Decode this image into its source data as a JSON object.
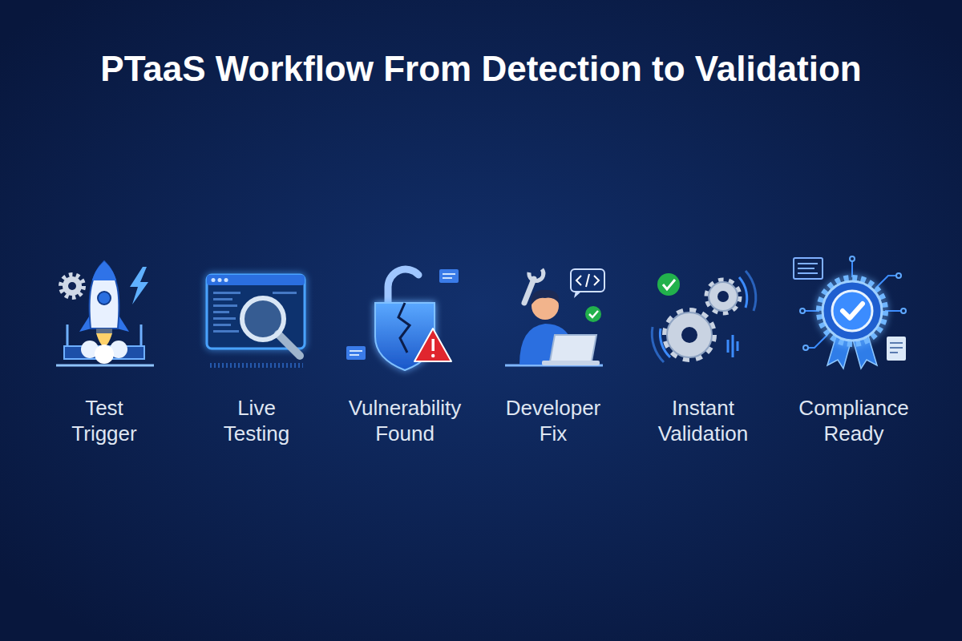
{
  "diagram": {
    "title": "PTaaS Workflow From Detection to Validation",
    "nodes": [
      {
        "text": [
          "Test Trigger"
        ]
      },
      {
        "text": [
          "Live Testing"
        ]
      },
      {
        "text": [
          "Vulnerability Found"
        ]
      },
      {
        "text": [
          "Developer Fix"
        ]
      },
      {
        "text": [
          "Instant Validation"
        ]
      },
      {
        "text": [
          "Compliance Ready"
        ]
      }
    ],
    "edges": [
      {
        "from": 0,
        "to": 1,
        "arrow": "to"
      },
      {
        "from": 1,
        "to": 2,
        "arrow": "to"
      },
      {
        "from": 2,
        "to": 3,
        "arrow": "to"
      },
      {
        "from": 3,
        "to": 4,
        "arrow": "to"
      },
      {
        "from": 4,
        "to": 5,
        "arrow": "to"
      }
    ]
  }
}
